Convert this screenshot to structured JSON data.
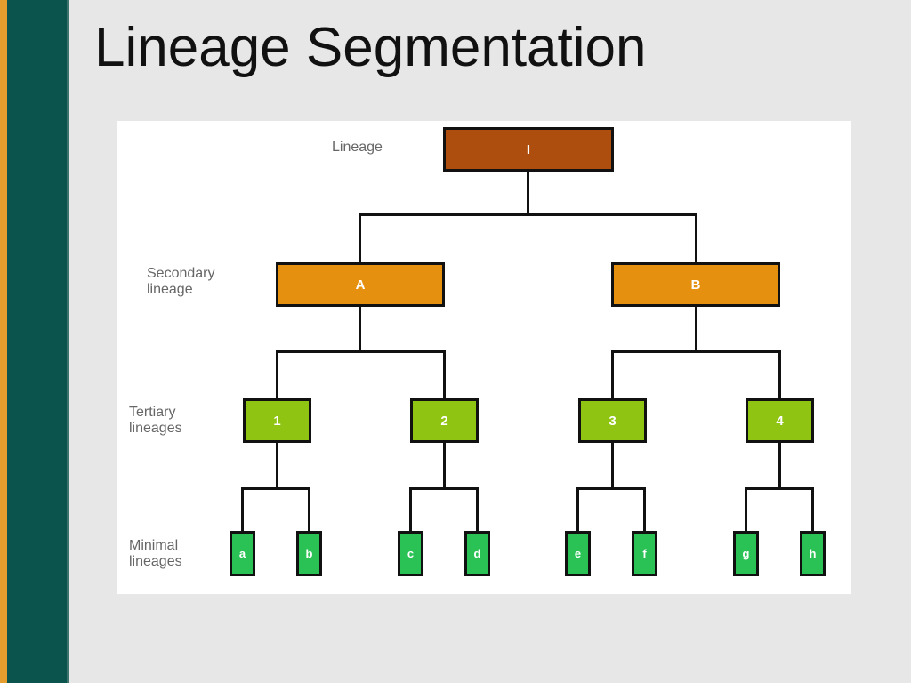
{
  "slide": {
    "title": "Lineage Segmentation"
  },
  "tree": {
    "row_labels": [
      "Lineage",
      "Secondary\nlineage",
      "Tertiary\nlineages",
      "Minimal\nlineages"
    ],
    "root_label": "I",
    "secondary_labels": [
      "A",
      "B"
    ],
    "tertiary_labels": [
      "1",
      "2",
      "3",
      "4"
    ],
    "minimal_labels": [
      "a",
      "b",
      "c",
      "d",
      "e",
      "f",
      "g",
      "h"
    ]
  },
  "colors": {
    "accent_strip_orange": "#e59d2e",
    "accent_strip_teal": "#0b544e",
    "slide_background": "#e7e7e7",
    "panel_background": "#ffffff",
    "node_root": "#ad4e0e",
    "node_secondary": "#e5900f",
    "node_tertiary": "#8fc412",
    "node_minimal": "#2ac155",
    "connector": "#111111",
    "row_label_text": "#666666",
    "node_text": "#ffffff",
    "title_text": "#111111"
  }
}
